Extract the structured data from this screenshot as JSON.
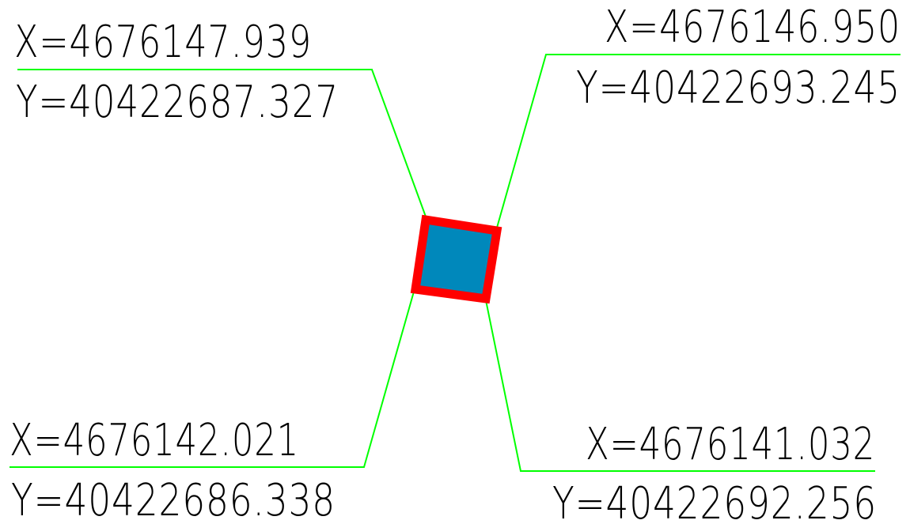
{
  "colors": {
    "background": "#ffffff",
    "leader_line": "#00ff00",
    "outline": "#ff0000",
    "fill": "#0088bb",
    "text": "#000000"
  },
  "points": {
    "top_left": {
      "x_label": "X=4676147.939",
      "y_label": "Y=40422687.327"
    },
    "top_right": {
      "x_label": "X=4676146.950",
      "y_label": "Y=40422693.245"
    },
    "bottom_left": {
      "x_label": "X=4676142.021",
      "y_label": "Y=40422686.338"
    },
    "bottom_right": {
      "x_label": "X=4676141.032",
      "y_label": "Y=40422692.256"
    }
  }
}
